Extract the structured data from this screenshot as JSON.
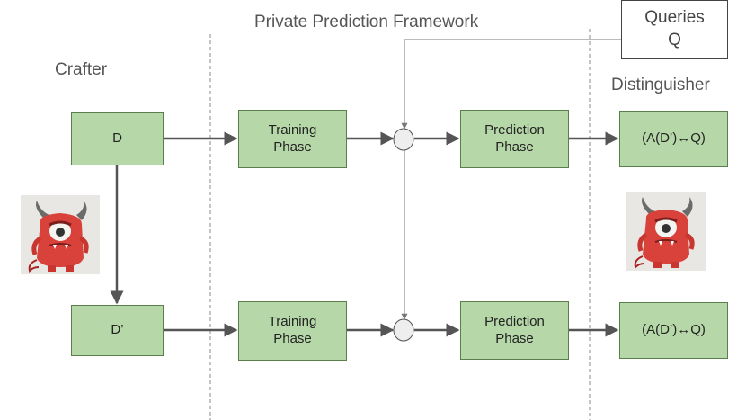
{
  "title": "Private Prediction Framework",
  "crafter_label": "Crafter",
  "distinguisher_label": "Distinguisher",
  "queries": {
    "line1": "Queries",
    "line2": "Q"
  },
  "top_row": {
    "dataset": "D",
    "training": "Training\nPhase",
    "prediction": "Prediction\nPhase",
    "output": "(A(D’)↔Q)"
  },
  "bottom_row": {
    "dataset": "D’",
    "training": "Training\nPhase",
    "prediction": "Prediction\nPhase",
    "output": "(A(D’)↔Q)"
  },
  "icons": {
    "monster": "red-one-eyed-monster-illustration"
  },
  "colors": {
    "box_fill": "#b6d7a8",
    "box_border": "#5a7f4b",
    "arrow": "#555555"
  }
}
